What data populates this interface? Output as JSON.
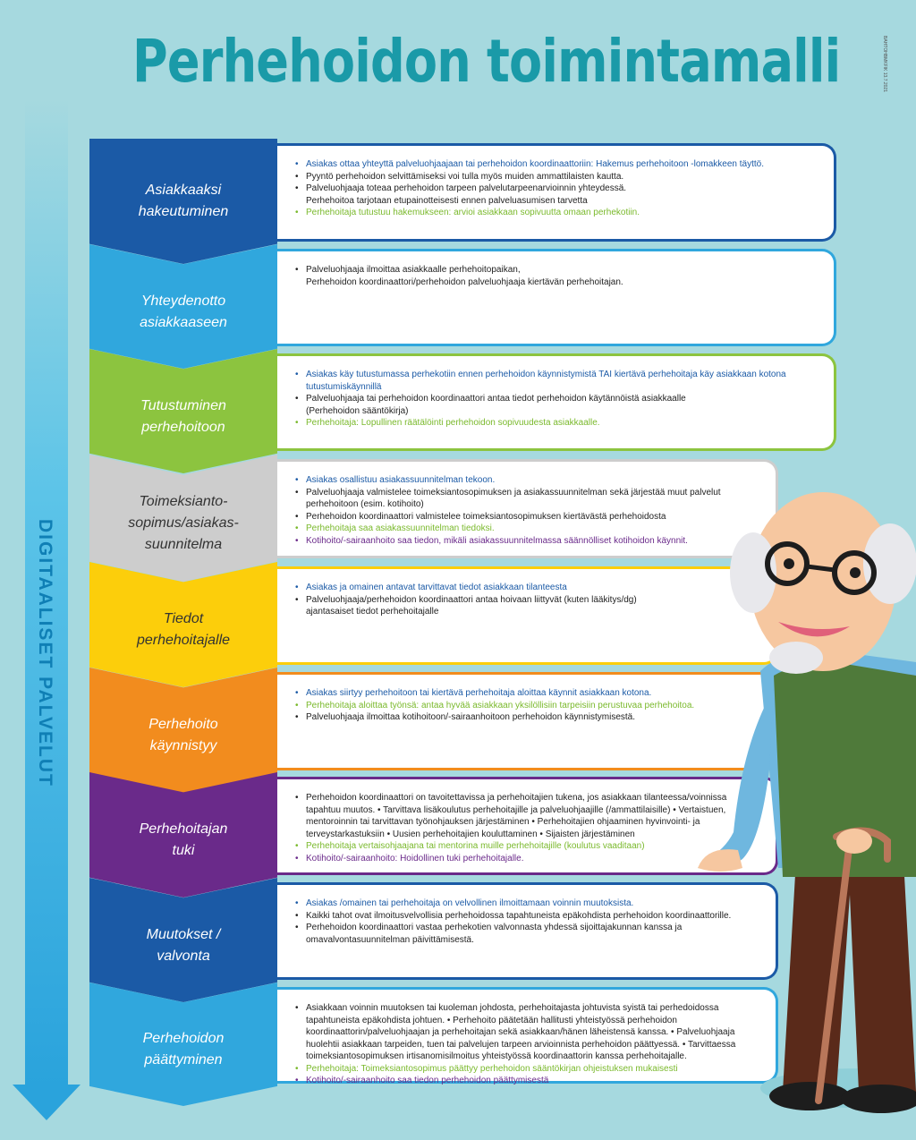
{
  "title": "Perhehoidon toimintamalli",
  "side_note": "BAHTOHBMKFIK 13.7.2021",
  "arrow_label": "DIGITAALISET PALVELUT",
  "colors": {
    "background": "#a6d9df",
    "title": "#1a9aa8",
    "text_blue": "#1b5aa6",
    "text_green": "#7ab92c",
    "text_purple": "#6a2a8a"
  },
  "steps": [
    {
      "label": "Asiakkaaksi\nhakeutuminen",
      "color": "#1b5aa6",
      "lines": [
        {
          "text": "Asiakas ottaa yhteyttä palveluohjaajaan tai perhehoidon koordinaattoriin: Hakemus perhehoitoon -lomakkeen täyttö.",
          "style": "blue"
        },
        {
          "text": "Pyyntö perhehoidon selvittämiseksi  voi tulla myös muiden ammattilaisten kautta.",
          "style": "black"
        },
        {
          "text": "Palveluohjaaja toteaa perhehoidon tarpeen palvelutarpeenarvioinnin yhteydessä.\nPerhehoitoa tarjotaan etupainotteisesti ennen palveluasumisen tarvetta",
          "style": "black"
        },
        {
          "text": "Perhehoitaja tutustuu hakemukseen: arvioi asiakkaan sopivuutta omaan perhekotiin.",
          "style": "green"
        }
      ]
    },
    {
      "label": "Yhteydenotto\nasiakkaaseen",
      "color": "#30a7dd",
      "lines": [
        {
          "text": "Palveluohjaaja ilmoittaa asiakkaalle perhehoitopaikan,\nPerhehoidon koordinaattori/perhehoidon palveluohjaaja kiertävän perhehoitajan.",
          "style": "black"
        }
      ]
    },
    {
      "label": "Tutustuminen\nperhehoitoon",
      "color": "#8cc43f",
      "lines": [
        {
          "text": "Asiakas käy tutustumassa perhekotiin ennen perhehoidon käynnistymistä TAI kiertävä perhehoitaja käy asiakkaan kotona tutustumiskäynnillä",
          "style": "blue"
        },
        {
          "text": "Palveluohjaaja tai perhehoidon koordinaattori antaa tiedot perhehoidon käytännöistä asiakkaalle\n(Perhehoidon sääntökirja)",
          "style": "black"
        },
        {
          "text": "Perhehoitaja: Lopullinen räätälöinti perhehoidon sopivuudesta asiakkaalle.",
          "style": "green"
        }
      ]
    },
    {
      "label": "Toimeksianto-\nsopimus/asiakas-\nsuunnitelma",
      "color": "#cdcdcd",
      "lines": [
        {
          "text": "Asiakas osallistuu asiakassuunnitelman tekoon.",
          "style": "blue"
        },
        {
          "text": "Palveluohjaaja valmistelee toimeksiantosopimuksen ja asiakassuunnitelman sekä järjestää muut palvelut perhehoitoon (esim. kotihoito)",
          "style": "black"
        },
        {
          "text": "Perhehoidon koordinaattori valmistelee toimeksiantosopimuksen kiertävästä perhehoidosta",
          "style": "black"
        },
        {
          "text": "Perhehoitaja saa asiakassuunnitelman tiedoksi.",
          "style": "green"
        },
        {
          "text": "Kotihoito/-sairaanhoito saa tiedon, mikäli asiakassuunnitelmassa säännölliset kotihoidon käynnit.",
          "style": "purple"
        }
      ]
    },
    {
      "label": "Tiedot\nperhehoitajalle",
      "color": "#fcce0b",
      "lines": [
        {
          "text": "Asiakas ja omainen antavat tarvittavat tiedot asiakkaan tilanteesta",
          "style": "blue"
        },
        {
          "text": "Palveluohjaaja/perhehoidon koordinaattori antaa hoivaan liittyvät (kuten lääkitys/dg)\najantasaiset tiedot perhehoitajalle",
          "style": "black"
        }
      ]
    },
    {
      "label": "Perhehoito\nkäynnistyy",
      "color": "#f28c1e",
      "lines": [
        {
          "text": "Asiakas siirtyy perhehoitoon tai kiertävä perhehoitaja aloittaa käynnit asiakkaan kotona.",
          "style": "blue"
        },
        {
          "text": "Perhehoitaja aloittaa työnsä: antaa hyvää asiakkaan yksilöllisiin tarpeisiin perustuvaa perhehoitoa.",
          "style": "green"
        },
        {
          "text": "Palveluohjaaja ilmoittaa kotihoitoon/-sairaanhoitoon perhehoidon käynnistymisestä.",
          "style": "black"
        }
      ]
    },
    {
      "label": "Perhehoitajan\ntuki",
      "color": "#6a2a8a",
      "lines": [
        {
          "text": "Perhehoidon koordinaattori on tavoitettavissa ja perhehoitajien tukena, jos asiakkaan tilanteessa/voinnissa tapahtuu muutos.  • Tarvittava lisäkoulutus perhehoitajille ja palveluohjaajille (/ammattilaisille)  • Vertaistuen, mentoroinnin tai tarvittavan työnohjauksen järjestäminen  • Perhehoitajien ohjaaminen hyvinvointi- ja terveystarkastuksiin  • Uusien perhehoitajien kouluttaminen  • Sijaisten järjestäminen",
          "style": "black"
        },
        {
          "text": "Perhehoitaja vertaisohjaajana tai mentorina muille perhehoitajille (koulutus vaaditaan)",
          "style": "green"
        },
        {
          "text": "Kotihoito/-sairaanhoito: Hoidollinen tuki perhehoitajalle.",
          "style": "purple"
        }
      ]
    },
    {
      "label": "Muutokset /\nvalvonta",
      "color": "#1b5aa6",
      "lines": [
        {
          "text": "Asiakas /omainen tai perhehoitaja on velvollinen ilmoittamaan voinnin muutoksista.",
          "style": "blue"
        },
        {
          "text": "Kaikki tahot ovat ilmoitusvelvollisia perhehoidossa tapahtuneista epäkohdista perhehoidon koordinaattorille.",
          "style": "black"
        },
        {
          "text": "Perhehoidon koordinaattori vastaa perhekotien valvonnasta yhdessä sijoittajakunnan kanssa ja omavalvontasuunnitelman päivittämisestä.",
          "style": "black"
        }
      ]
    },
    {
      "label": "Perhehoidon\npäättyminen",
      "color": "#30a7dd",
      "lines": [
        {
          "text": "Asiakkaan voinnin muutoksen tai kuoleman johdosta, perhehoitajasta johtuvista syistä tai perhedoidossa tapahtuneista epäkohdista johtuen.  • Perhehoito päätetään hallitusti yhteistyössä perhehoidon koordinaattorin/palveluohjaajan ja perhehoitajan sekä asiakkaan/hänen läheistensä kanssa.  • Palveluohjaaja huolehtii asiakkaan tarpeiden, tuen tai palvelujen tarpeen arvioinnista perhehoidon päättyessä.  • Tarvittaessa toimeksiantosopimuksen irtisanomisilmoitus yhteistyössä koordinaattorin kanssa perhehoitajalle.",
          "style": "black"
        },
        {
          "text": "Perhehoitaja: Toimeksiantosopimus päättyy perhehoidon sääntökirjan ohjeistuksen mukaisesti",
          "style": "green"
        },
        {
          "text": "Kotihoito/-sairaanhoito saa tiedon perhehoidon päättymisestä",
          "style": "purple"
        }
      ]
    }
  ]
}
